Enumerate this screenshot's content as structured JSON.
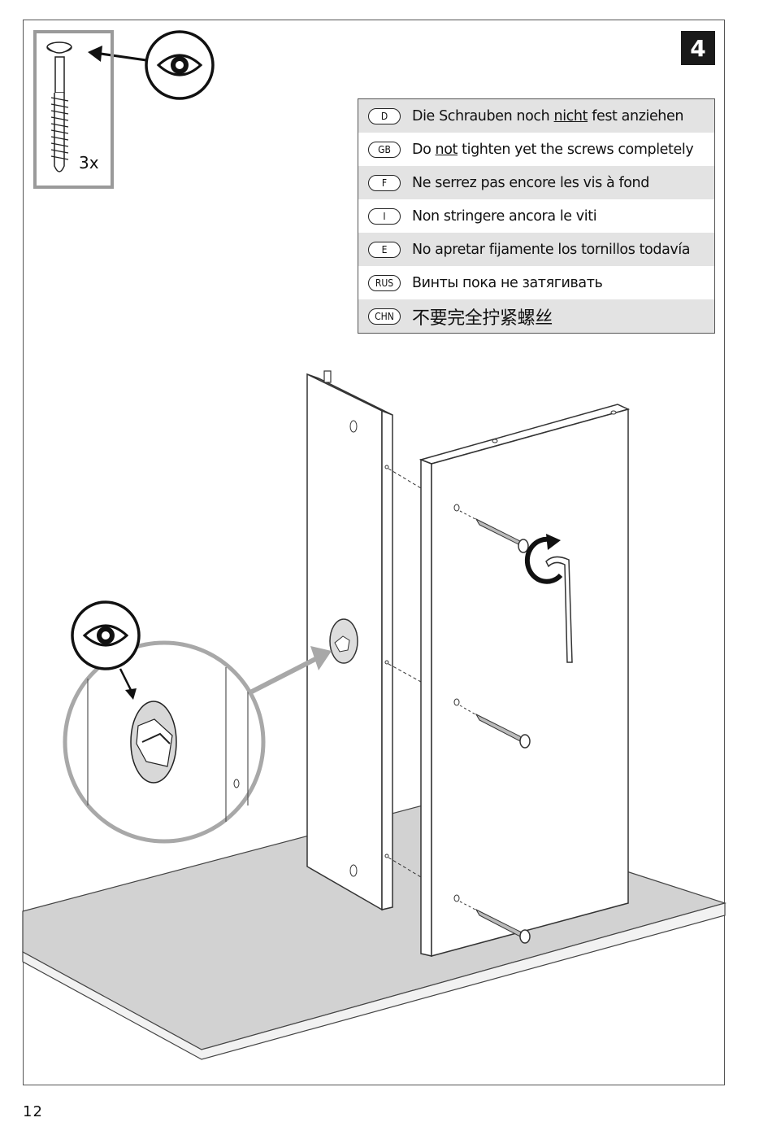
{
  "step_number": "4",
  "page_number": "12",
  "hardware": {
    "quantity": "3x",
    "part": "screw-icon"
  },
  "instructions": [
    {
      "code": "D",
      "before": "Die Schrauben noch ",
      "emph": "nicht",
      "after": " fest anziehen",
      "shaded": true
    },
    {
      "code": "GB",
      "before": "Do ",
      "emph": "not",
      "after": " tighten yet the screws completely",
      "shaded": false
    },
    {
      "code": "F",
      "before": "Ne serrez pas encore les vis à fond",
      "emph": "",
      "after": "",
      "shaded": true
    },
    {
      "code": "I",
      "before": "Non stringere ancora le viti",
      "emph": "",
      "after": "",
      "shaded": false
    },
    {
      "code": "E",
      "before": "No apretar fijamente los tornillos todavía",
      "emph": "",
      "after": "",
      "shaded": true
    },
    {
      "code": "RUS",
      "before": "Винты пока не затягивать",
      "emph": "",
      "after": "",
      "shaded": false
    },
    {
      "code": "CHN",
      "before": "不要完全拧紧螺丝",
      "emph": "",
      "after": "",
      "shaded": true
    }
  ],
  "icons": [
    "eye-icon",
    "screw-icon",
    "allen-key-icon",
    "rotate-arrow-icon",
    "cam-lock-icon"
  ]
}
